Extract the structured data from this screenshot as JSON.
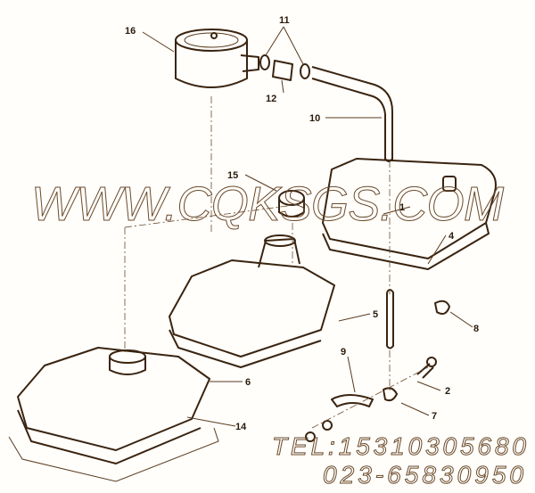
{
  "diagram": {
    "callouts": [
      "16",
      "11",
      "12",
      "10",
      "15",
      "1",
      "4",
      "5",
      "8",
      "6",
      "9",
      "2",
      "7",
      "14"
    ]
  },
  "watermark": {
    "site": "WWW.CQKSGS.COM",
    "tel": "TEL:15310305680",
    "phone": "023-65830950"
  },
  "colors": {
    "line": "#3a2410",
    "background": "#fffefb"
  }
}
